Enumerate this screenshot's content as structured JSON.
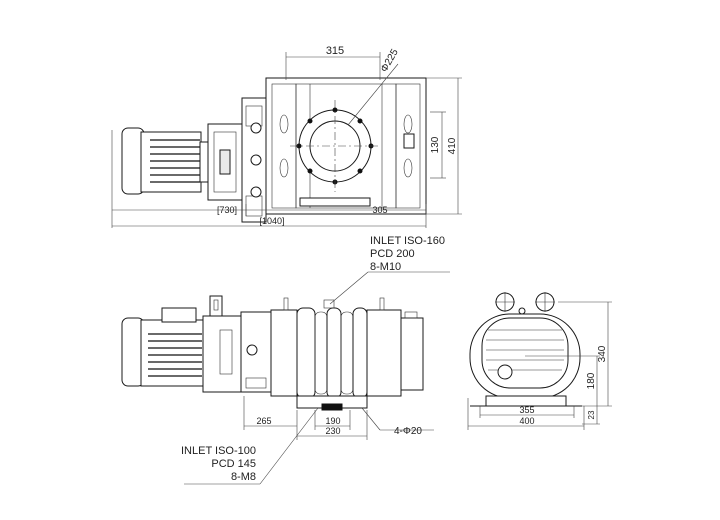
{
  "top_view": {
    "dim_width": "315",
    "dim_flange_dia": "Φ225",
    "dim_flange_pcd": "130",
    "dim_height": "410",
    "dim_motor_len": "[730]",
    "dim_body_half": "305",
    "dim_total_len": "[1040]"
  },
  "front_view": {
    "inlet_top": {
      "line1": "INLET ISO-160",
      "line2": "PCD 200",
      "line3": "8-M10"
    },
    "inlet_bottom": {
      "line1": "INLET ISO-100",
      "line2": "PCD 145",
      "line3": "8-M8"
    },
    "dim_left": "265",
    "dim_foot_inner": "190",
    "dim_foot_outer": "230",
    "dim_holes": "4-Φ20"
  },
  "side_view": {
    "dim_height_total": "340",
    "dim_height_axis": "180",
    "dim_base": "23",
    "dim_foot_inner": "355",
    "dim_foot_outer": "400"
  }
}
